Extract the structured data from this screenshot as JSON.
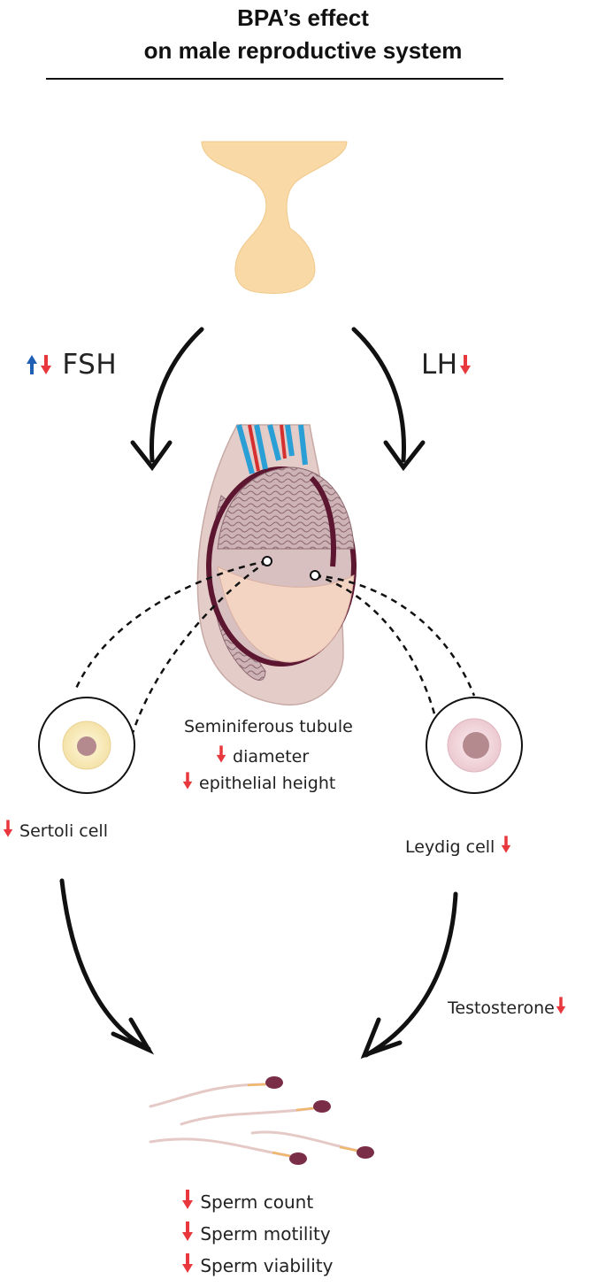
{
  "title": {
    "line1": "BPA’s effect",
    "line2": "on male reproductive system"
  },
  "hormones": {
    "fsh": {
      "label": "FSH",
      "arrows": [
        "up",
        "down"
      ]
    },
    "lh": {
      "label": "LH",
      "arrows": [
        "down"
      ]
    }
  },
  "tubule": {
    "heading": "Seminiferous tubule",
    "items": [
      "diameter",
      "epithelial height"
    ]
  },
  "cells": {
    "sertoli": "Sertoli cell",
    "leydig": "Leydig cell"
  },
  "testosterone": "Testosterone",
  "sperm_effects": [
    "Sperm count",
    "Sperm motility",
    "Sperm viability"
  ],
  "colors": {
    "down_arrow": "#e8383d",
    "up_arrow": "#1f5fb4",
    "pituitary": "#f9d9a6",
    "sertoli_fill": "#fbf2d2",
    "leydig_fill": "#f7e3e8",
    "nucleus": "#b58a8e",
    "tunica": "#5c1630"
  }
}
